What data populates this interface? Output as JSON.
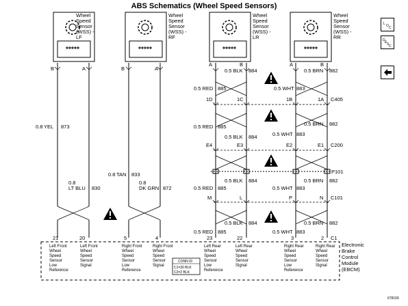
{
  "title": "ABS Schematics (Wheel Speed Sensors)",
  "sensors": [
    {
      "label": [
        "Wheel",
        "Speed",
        "Sensor",
        "(WSS) -",
        "LF"
      ],
      "pins": [
        "B",
        "A"
      ]
    },
    {
      "label": [
        "Wheel",
        "Speed",
        "Sensor",
        "(WSS) -",
        "RF"
      ],
      "pins": [
        "B",
        "A"
      ]
    },
    {
      "label": [
        "Wheel",
        "Speed",
        "Sensor",
        "(WSS) -",
        "LR"
      ],
      "pins": [
        "A",
        "B"
      ]
    },
    {
      "label": [
        "Wheel",
        "Speed",
        "Sensor",
        "(WSS) -",
        "RR"
      ],
      "pins": [
        "A",
        "B"
      ]
    }
  ],
  "side_buttons": {
    "loc": "L\nO\nC",
    "desc": "D\nE\nS\nC",
    "back_icon": "arrow-left-icon"
  },
  "wires": {
    "w873": {
      "size": "0.8",
      "color": "YEL",
      "circuit": "873"
    },
    "w830": {
      "size": "0.8",
      "color": "LT BLU",
      "circuit": "830"
    },
    "w833": {
      "size": "0.8",
      "color": "TAN",
      "circuit": "833"
    },
    "w872": {
      "size": "0.8",
      "color": "DK GRN",
      "circuit": "872"
    },
    "rear": [
      {
        "row": 1,
        "left": "0.5 BLK",
        "lc": "884",
        "right": "0.5 BRN",
        "rc": "882"
      },
      {
        "row": 1,
        "left": "0.5 RED",
        "lc": "885",
        "right": "0.5 WHT",
        "rc": "883"
      },
      {
        "row": 2,
        "left": "0.5 RED",
        "lc": "885",
        "right": "0.5 BRN",
        "rc": "882"
      },
      {
        "row": 2,
        "left": "0.5 BLK",
        "lc": "884",
        "right": "0.5 WHT",
        "rc": "883"
      },
      {
        "row": 3,
        "left": "0.5 BLK",
        "lc": "884",
        "right": "0.5 BRN",
        "rc": "882"
      },
      {
        "row": 3,
        "left": "0.5 RED",
        "lc": "885",
        "right": "0.5 WHT",
        "rc": "883"
      },
      {
        "row": 4,
        "left": "0.5 BLK",
        "lc": "884",
        "right": "0.5 BRN",
        "rc": "882"
      },
      {
        "row": 4,
        "left": "0.5 RED",
        "lc": "885",
        "right": "0.5 WHT",
        "rc": "883"
      }
    ]
  },
  "connectors": {
    "c405": {
      "name": "C405",
      "pins": [
        "1D",
        "1C",
        "1B",
        "1A"
      ]
    },
    "c200": {
      "name": "C200",
      "pins": [
        "E4",
        "E3",
        "E2",
        "E1"
      ]
    },
    "p101": {
      "name": "P101"
    },
    "c101": {
      "name": "C101",
      "pins": [
        "M",
        "L",
        "P",
        "N"
      ]
    },
    "c1": {
      "name": "C1"
    }
  },
  "ebcm": {
    "label": [
      "Electronic",
      "Brake",
      "Control",
      "Module",
      "(EBCM)"
    ],
    "pins": [
      "21",
      "20",
      "5",
      "4",
      "23",
      "22",
      "3",
      "2"
    ],
    "pin_labels": [
      [
        "Left Front",
        "Wheel",
        "Speed",
        "Sensor",
        "Low",
        "Reference"
      ],
      [
        "Left Front",
        "Wheel",
        "Speed",
        "Sensor",
        "Signal"
      ],
      [
        "Right Front",
        "Wheel",
        "Speed",
        "Sensor",
        "Low",
        "Reference"
      ],
      [
        "Right Front",
        "Wheel",
        "Speed",
        "Sensor",
        "Signal"
      ],
      [
        "Left Rear",
        "Wheel",
        "Speed",
        "Sensor",
        "Low",
        "Reference"
      ],
      [
        "Left Rear",
        "Wheel",
        "Speed",
        "Sensor",
        "Signal"
      ],
      [
        "Right Rear",
        "Wheel",
        "Speed",
        "Sensor",
        "Low",
        "Reference"
      ],
      [
        "Right Rear",
        "Wheel",
        "Speed",
        "Sensor",
        "Signal"
      ]
    ],
    "conn_id": {
      "title": "CONN ID",
      "lines": [
        "C1=30 BLK",
        "C2=2 BLK"
      ]
    }
  },
  "footer_code": "678109"
}
